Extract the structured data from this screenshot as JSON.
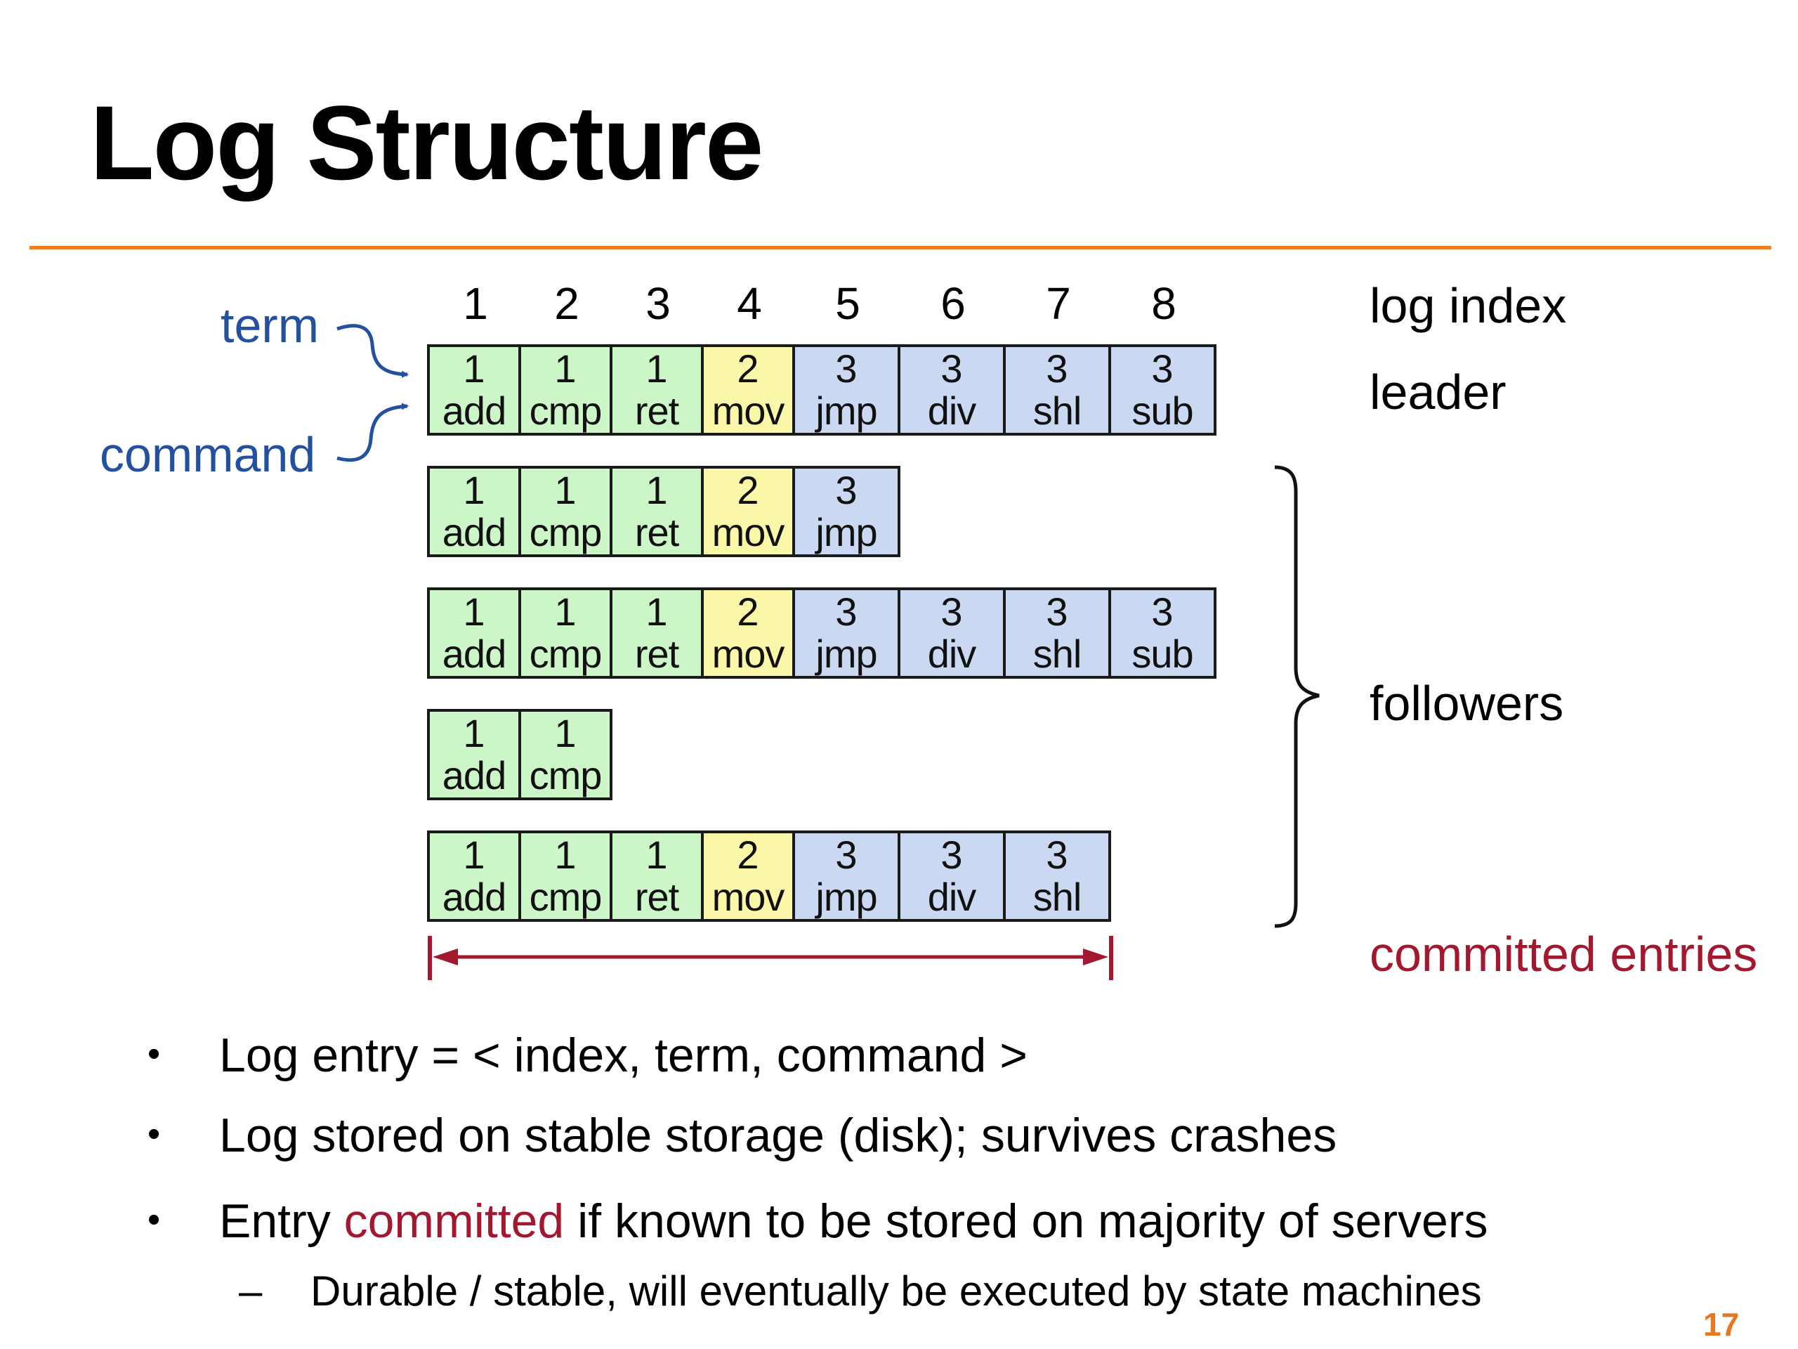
{
  "title": "Log Structure",
  "log_index": [
    "1",
    "2",
    "3",
    "4",
    "5",
    "6",
    "7",
    "8"
  ],
  "labels": {
    "log_index": "log index",
    "leader": "leader",
    "followers": "followers",
    "term": "term",
    "command": "command",
    "committed": "committed entries"
  },
  "colors": {
    "term1": "#ccf5c8",
    "term2": "#fbf7a8",
    "term3": "#cbd8f2",
    "accent_rule": "#f07d22",
    "annotation_blue": "#2450a0",
    "committed_red": "#a3172f"
  },
  "logs": [
    {
      "role": "leader",
      "entries": [
        {
          "term": "1",
          "cmd": "add"
        },
        {
          "term": "1",
          "cmd": "cmp"
        },
        {
          "term": "1",
          "cmd": "ret"
        },
        {
          "term": "2",
          "cmd": "mov"
        },
        {
          "term": "3",
          "cmd": "jmp"
        },
        {
          "term": "3",
          "cmd": "div"
        },
        {
          "term": "3",
          "cmd": "shl"
        },
        {
          "term": "3",
          "cmd": "sub"
        }
      ]
    },
    {
      "role": "follower",
      "entries": [
        {
          "term": "1",
          "cmd": "add"
        },
        {
          "term": "1",
          "cmd": "cmp"
        },
        {
          "term": "1",
          "cmd": "ret"
        },
        {
          "term": "2",
          "cmd": "mov"
        },
        {
          "term": "3",
          "cmd": "jmp"
        }
      ]
    },
    {
      "role": "follower",
      "entries": [
        {
          "term": "1",
          "cmd": "add"
        },
        {
          "term": "1",
          "cmd": "cmp"
        },
        {
          "term": "1",
          "cmd": "ret"
        },
        {
          "term": "2",
          "cmd": "mov"
        },
        {
          "term": "3",
          "cmd": "jmp"
        },
        {
          "term": "3",
          "cmd": "div"
        },
        {
          "term": "3",
          "cmd": "shl"
        },
        {
          "term": "3",
          "cmd": "sub"
        }
      ]
    },
    {
      "role": "follower",
      "entries": [
        {
          "term": "1",
          "cmd": "add"
        },
        {
          "term": "1",
          "cmd": "cmp"
        }
      ]
    },
    {
      "role": "follower",
      "entries": [
        {
          "term": "1",
          "cmd": "add"
        },
        {
          "term": "1",
          "cmd": "cmp"
        },
        {
          "term": "1",
          "cmd": "ret"
        },
        {
          "term": "2",
          "cmd": "mov"
        },
        {
          "term": "3",
          "cmd": "jmp"
        },
        {
          "term": "3",
          "cmd": "div"
        },
        {
          "term": "3",
          "cmd": "shl"
        }
      ]
    }
  ],
  "committed_count": 7,
  "bullets": {
    "b1": "Log entry = < index, term, command >",
    "b2": "Log stored on stable storage (disk); survives crashes",
    "b3_pre": "Entry ",
    "b3_hl": "committed",
    "b3_post": " if known to be stored on majority of servers",
    "bullet_char": "•",
    "sub_dash": "–",
    "sub1": "Durable / stable, will eventually be executed by state machines"
  },
  "page_number": "17"
}
